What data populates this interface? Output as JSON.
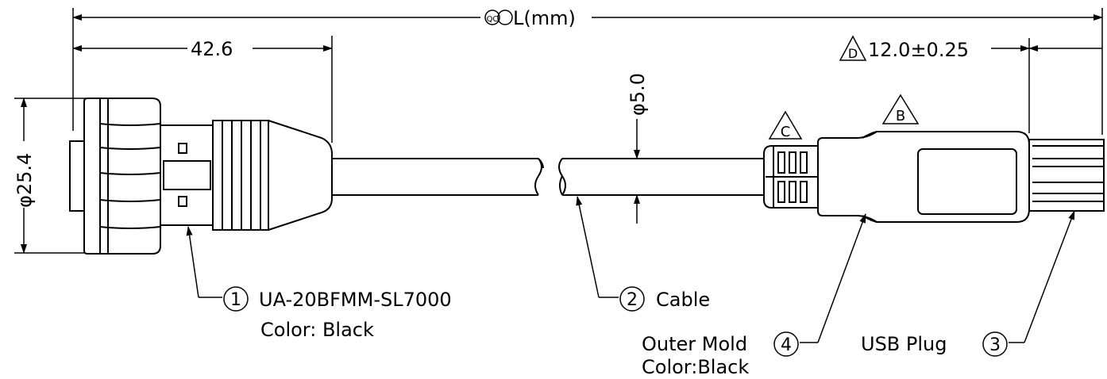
{
  "dimensions": {
    "overall_length": {
      "qc_mark": "QC",
      "label": "L(mm)"
    },
    "connector_length": "42.6",
    "connector_diameter": "φ25.4",
    "cable_diameter": "φ5.0",
    "plug_width": {
      "mark": "D",
      "value": "12.0±0.25"
    }
  },
  "markers": {
    "b": "B",
    "c": "C"
  },
  "callouts": [
    {
      "number": "1",
      "lines": [
        "UA-20BFMM-SL7000",
        "Color:  Black"
      ]
    },
    {
      "number": "2",
      "lines": [
        "Cable"
      ]
    },
    {
      "number": "4",
      "lines": [
        "Outer Mold",
        "Color:Black"
      ]
    },
    {
      "number": "3",
      "lines": [
        "USB Plug"
      ]
    }
  ]
}
